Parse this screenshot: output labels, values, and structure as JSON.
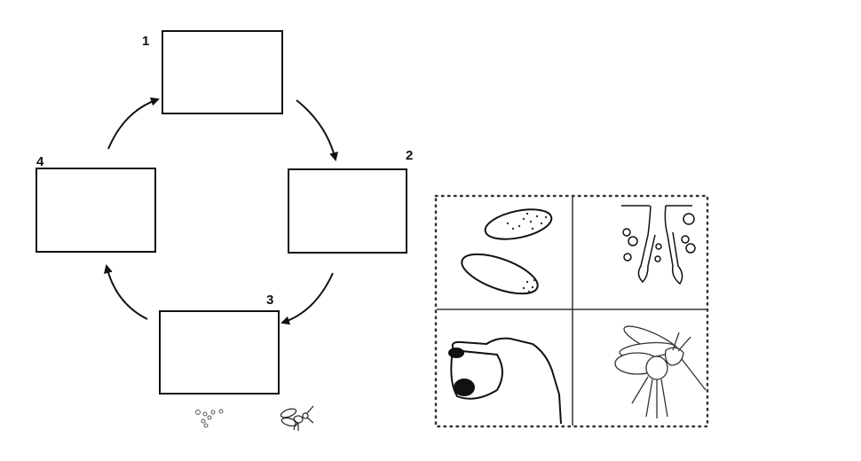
{
  "cycle": {
    "stages": [
      {
        "number": "1"
      },
      {
        "number": "2"
      },
      {
        "number": "3"
      },
      {
        "number": "4"
      }
    ]
  },
  "picture_panel": {
    "images": [
      "mosquito-eggs",
      "mosquito-larvae",
      "mosquito-pupa",
      "adult-mosquito"
    ]
  }
}
